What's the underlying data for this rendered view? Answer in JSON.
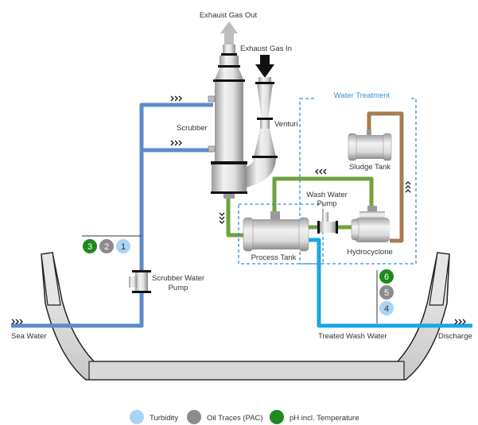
{
  "labels": {
    "exhaust_out": "Exhaust Gas Out",
    "exhaust_in": "Exhaust Gas In",
    "scrubber": "Scrubber",
    "venturi": "Venturi",
    "water_treatment": "Water Treatment",
    "sludge_tank": "Sludge Tank",
    "wash_water_pump_1": "Wash Water",
    "wash_water_pump_2": "Pump",
    "process_tank": "Process Tank",
    "hydrocyclone": "Hydrocyclone",
    "scrubber_water_pump_1": "Scrubber Water",
    "scrubber_water_pump_2": "Pump",
    "sea_water": "Sea Water",
    "treated_wash_water": "Treated Wash Water",
    "discharge": "Discharge"
  },
  "sensors": {
    "inlet": [
      {
        "number": "3",
        "color": "#1e8a1e"
      },
      {
        "number": "2",
        "color": "#8c8c8c"
      },
      {
        "number": "1",
        "color": "#a8d4f5"
      }
    ],
    "outlet": [
      {
        "number": "6",
        "color": "#1e8a1e"
      },
      {
        "number": "5",
        "color": "#8c8c8c"
      },
      {
        "number": "4",
        "color": "#a8d4f5"
      }
    ]
  },
  "legend": [
    {
      "label": "Turbidity",
      "color": "#a8d4f5"
    },
    {
      "label": "Oil Traces (PAC)",
      "color": "#8c8c8c"
    },
    {
      "label": "pH incl. Temperature",
      "color": "#1e8a1e"
    }
  ],
  "colors": {
    "seawater_pipe": "#5b8bc9",
    "treated_pipe": "#1aa7e0",
    "wash_pipe": "#6fa23c",
    "sludge_pipe": "#a87d52",
    "treatment_box": "#3a8fd0"
  }
}
